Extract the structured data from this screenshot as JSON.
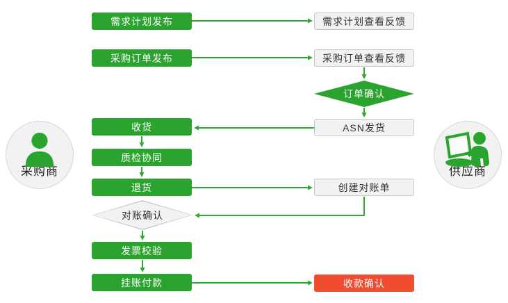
{
  "colors": {
    "green": "#2aa42e",
    "line": "#2ea733",
    "red": "#f04c30",
    "gray_fill": "#f2f2f2",
    "gray_border": "#c6c6c6"
  },
  "actors": {
    "buyer": {
      "label": "采购商"
    },
    "supplier": {
      "label": "供应商"
    }
  },
  "nodes": {
    "demand_plan_publish": {
      "label": "需求计划发布"
    },
    "demand_plan_feedback": {
      "label": "需求计划查看反馈"
    },
    "po_publish": {
      "label": "采购订单发布"
    },
    "po_feedback": {
      "label": "采购订单查看反馈"
    },
    "order_confirm": {
      "label": "订单确认"
    },
    "asn_ship": {
      "label": "ASN发货"
    },
    "receive_goods": {
      "label": "收货"
    },
    "quality_collab": {
      "label": "质检协同"
    },
    "return_goods": {
      "label": "退货"
    },
    "create_statement": {
      "label": "创建对账单"
    },
    "statement_confirm": {
      "label": "对账确认"
    },
    "invoice_verify": {
      "label": "发票校验"
    },
    "book_payment": {
      "label": "挂账付款"
    },
    "receipt_confirm": {
      "label": "收款确认"
    }
  }
}
